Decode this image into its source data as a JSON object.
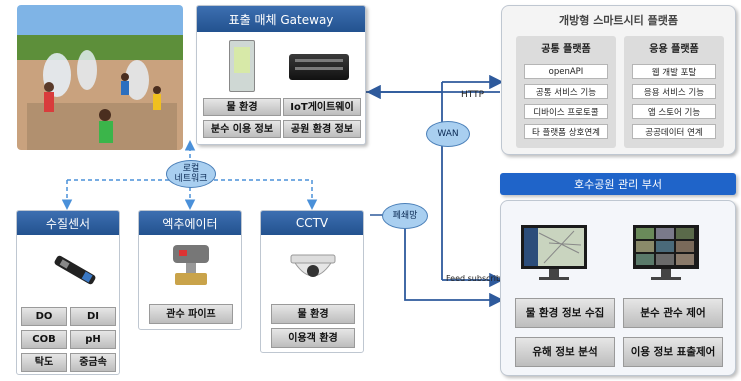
{
  "colors": {
    "header_blue": "#2f5f9e",
    "line_blue": "#2e5a9c",
    "dashed_blue": "#4a90d9",
    "cloud_fill": "#a9cff0"
  },
  "photo": {
    "icon": "children-playing-fountain-photo"
  },
  "gateway": {
    "title": "표출 매체 Gateway",
    "buttons": [
      "물 환경",
      "IoT게이트웨이",
      "분수 이용 정보",
      "공원 환경 정보"
    ]
  },
  "platform": {
    "title": "개방형 스마트시티 플랫폼",
    "common": {
      "title": "공통 플랫폼",
      "items": [
        "openAPI",
        "공통 서비스 기능",
        "디바이스 프로토콜",
        "타 플랫폼 상호연계"
      ]
    },
    "app": {
      "title": "응용 플랫폼",
      "items": [
        "웹 개발 포탈",
        "응용 서비스 기능",
        "앱 스토어 기능",
        "공공데이터 연계"
      ]
    }
  },
  "network": {
    "local_line1": "로컬",
    "local_line2": "네트워크",
    "wan": "WAN",
    "closed": "폐쇄망",
    "http": "HTTP",
    "feed": "Feed subscribe"
  },
  "water_sensor": {
    "title": "수질센서",
    "items": [
      "DO",
      "DI",
      "COB",
      "pH",
      "탁도",
      "중금속"
    ]
  },
  "actuator": {
    "title": "엑추에이터",
    "items": [
      "관수 파이프"
    ]
  },
  "cctv": {
    "title": "CCTV",
    "items": [
      "물 환경",
      "이용객 환경"
    ]
  },
  "dept": {
    "title": "호수공원 관리 부서",
    "buttons": [
      "물 환경 정보 수집",
      "분수 관수 제어",
      "유해 정보 분석",
      "이용 정보 표출제어"
    ]
  }
}
